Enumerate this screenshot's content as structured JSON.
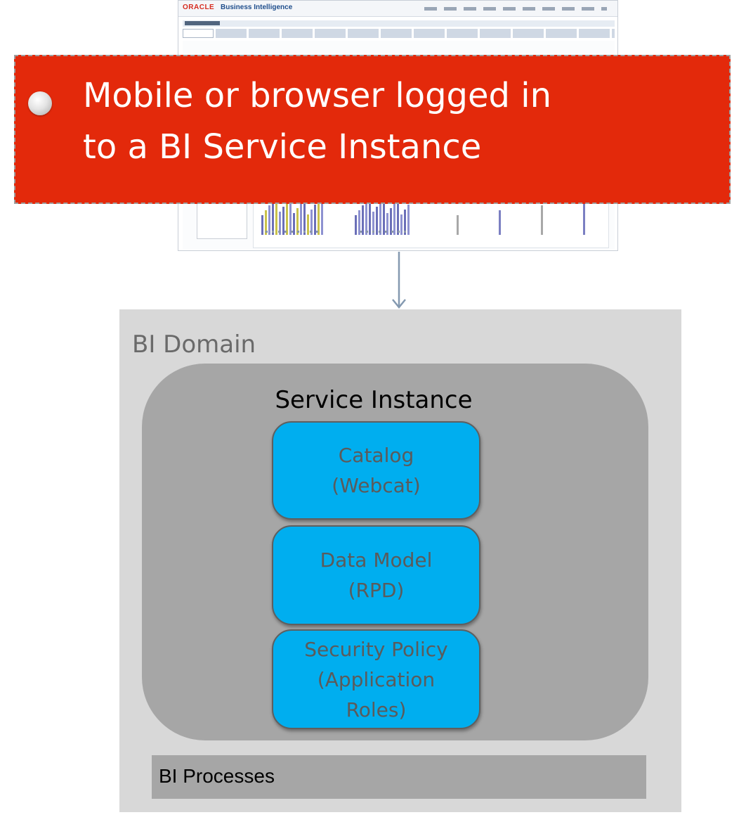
{
  "screenshot": {
    "logo": "ORACLE",
    "product": "Business Intelligence"
  },
  "banner": {
    "line1": "Mobile or browser logged in",
    "line2": "to a BI Service Instance"
  },
  "diagram": {
    "domain_label": "BI Domain",
    "instance_label": "Service Instance",
    "components": [
      {
        "text": "Catalog\n(Webcat)"
      },
      {
        "text": "Data Model\n(RPD)"
      },
      {
        "text": "Security Policy\n(Application\nRoles)"
      }
    ],
    "processes_label": "BI Processes"
  },
  "colors": {
    "banner": "#e3290b",
    "domain": "#d8d8d8",
    "instance": "#a6a6a6",
    "component": "#00aeef",
    "arrow": "#8499b0"
  }
}
